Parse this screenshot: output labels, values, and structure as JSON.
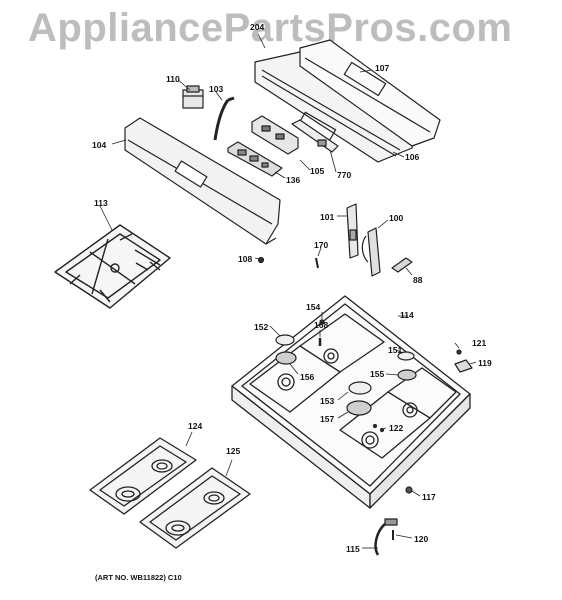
{
  "watermark": "AppliancePartsPros.com",
  "art_number": "(ART NO. WB11822) C10",
  "callouts": {
    "p204": "204",
    "p107": "107",
    "p110": "110",
    "p103": "103",
    "p104": "104",
    "p106": "106",
    "p105": "105",
    "p770": "770",
    "p136": "136",
    "p113": "113",
    "p101": "101",
    "p100": "100",
    "p170": "170",
    "p108": "108",
    "p88": "88",
    "p154": "154",
    "p114": "114",
    "p152": "152",
    "p168": "168",
    "p121": "121",
    "p151": "151",
    "p119": "119",
    "p156": "156",
    "p155": "155",
    "p153": "153",
    "p157": "157",
    "p122": "122",
    "p124": "124",
    "p125": "125",
    "p117": "117",
    "p120": "120",
    "p115": "115"
  }
}
